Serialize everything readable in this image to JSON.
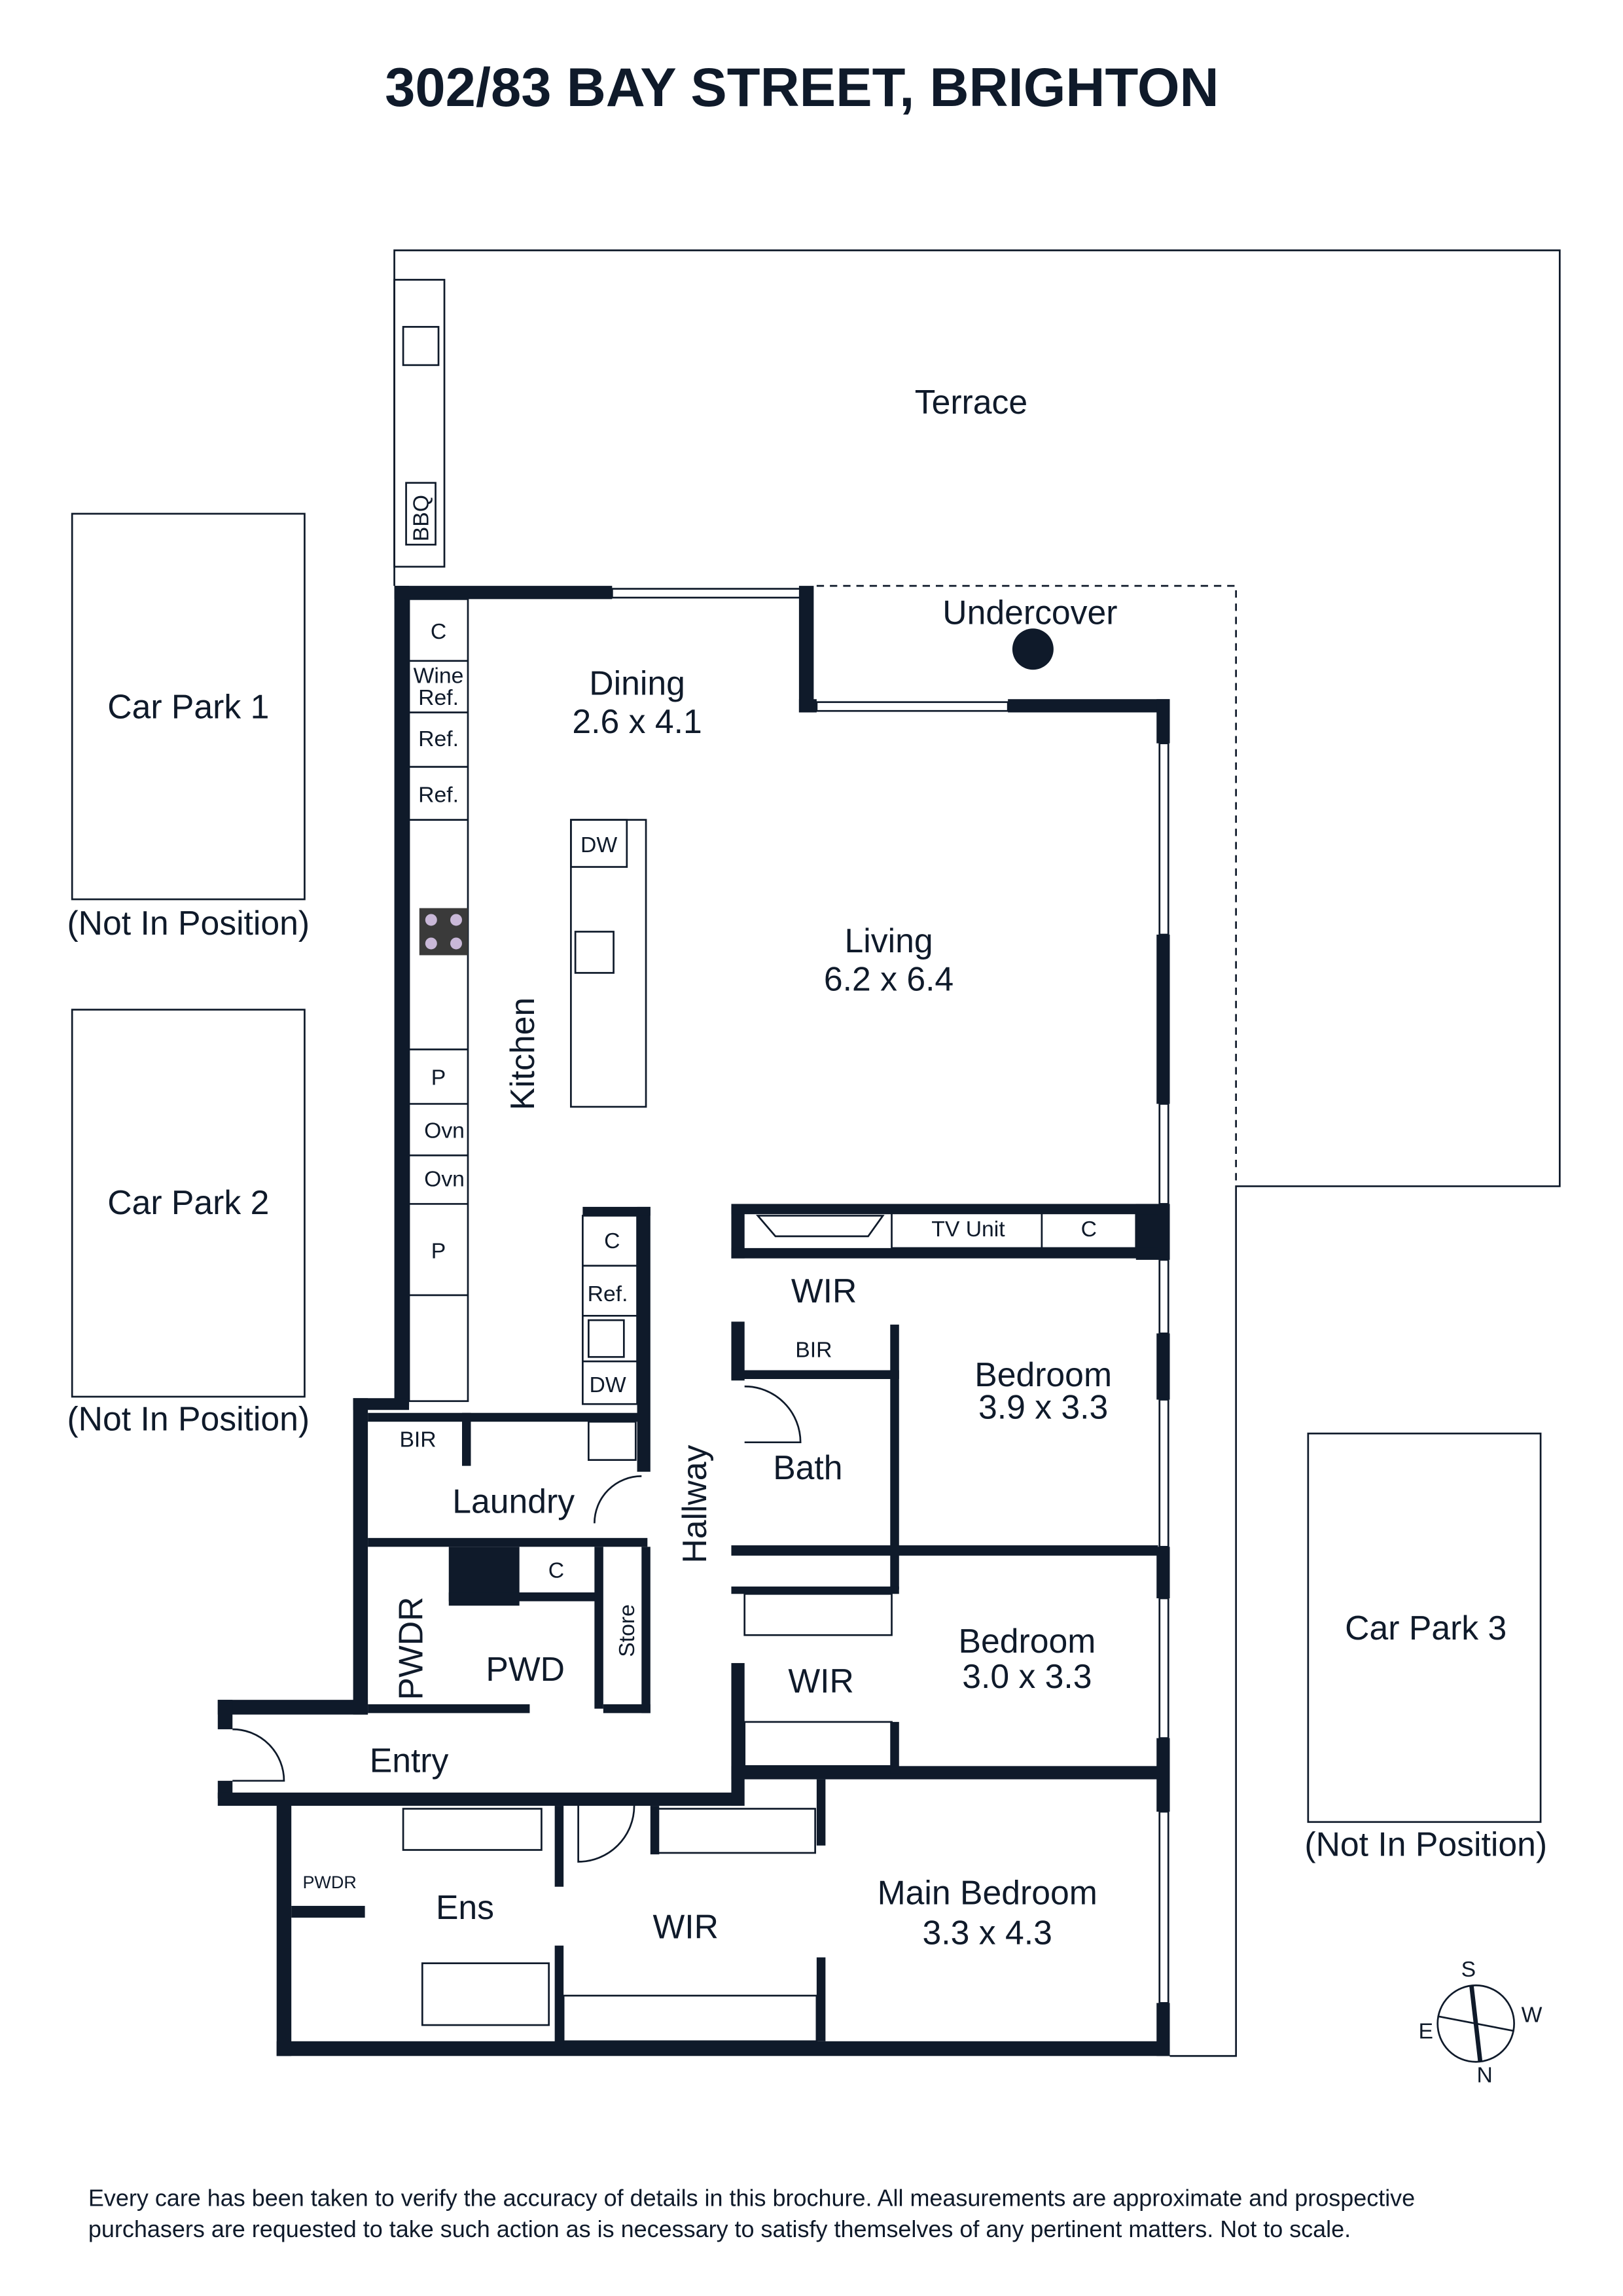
{
  "title": "302/83 BAY STREET, BRIGHTON",
  "outdoor": {
    "terrace": "Terrace",
    "undercover": "Undercover",
    "bbq": "BBQ"
  },
  "car_parks": [
    {
      "label": "Car Park 1",
      "note": "(Not In Position)"
    },
    {
      "label": "Car Park 2",
      "note": "(Not In Position)"
    },
    {
      "label": "Car Park 3",
      "note": "(Not In Position)"
    }
  ],
  "rooms": {
    "dining": {
      "name": "Dining",
      "size": "2.6 x 4.1"
    },
    "living": {
      "name": "Living",
      "size": "6.2 x 6.4"
    },
    "kitchen": {
      "name": "Kitchen"
    },
    "bedroom2": {
      "name": "Bedroom",
      "size": "3.9 x 3.3"
    },
    "bedroom3": {
      "name": "Bedroom",
      "size": "3.0 x 3.3"
    },
    "main_bedroom": {
      "name": "Main Bedroom",
      "size": "3.3 x 4.3"
    },
    "wir1": "WIR",
    "wir2": "WIR",
    "wir3": "WIR",
    "bath": "Bath",
    "laundry": "Laundry",
    "hallway": "Hallway",
    "pwdr_vertical": "PWDR",
    "pwd": "PWD",
    "store": "Store",
    "entry": "Entry",
    "ens": "Ens",
    "pwdr_ens": "PWDR"
  },
  "fixtures": {
    "c": "C",
    "wine_ref_1": "Wine",
    "wine_ref_2": "Ref.",
    "ref": "Ref.",
    "dw": "DW",
    "p": "P",
    "ovn": "Ovn",
    "tv_unit": "TV Unit",
    "bir": "BIR"
  },
  "compass": {
    "n": "N",
    "s": "S",
    "e": "E",
    "w": "W"
  },
  "disclaimer": [
    "Every care has been taken to verify the accuracy of details in this brochure. All measurements are approximate and prospective",
    "purchasers are requested to take such action as is necessary to satisfy themselves of any pertinent matters. Not to scale."
  ]
}
